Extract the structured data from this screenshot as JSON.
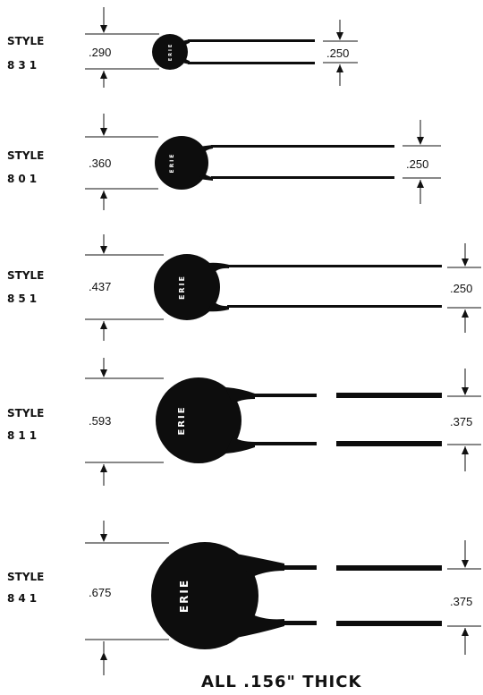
{
  "style_word": "STYLE",
  "brand": "ERIE",
  "footer": "ALL .156\" THICK",
  "parts": [
    {
      "style": "831",
      "diameter": ".290",
      "lead_spacing": ".250"
    },
    {
      "style": "801",
      "diameter": ".360",
      "lead_spacing": ".250"
    },
    {
      "style": "851",
      "diameter": ".437",
      "lead_spacing": ".250"
    },
    {
      "style": "811",
      "diameter": ".593",
      "lead_spacing": ".375"
    },
    {
      "style": "841",
      "diameter": ".675",
      "lead_spacing": ".375"
    }
  ],
  "colors": {
    "body": "#0d0d0d",
    "background": "#ffffff",
    "text": "#111111"
  }
}
